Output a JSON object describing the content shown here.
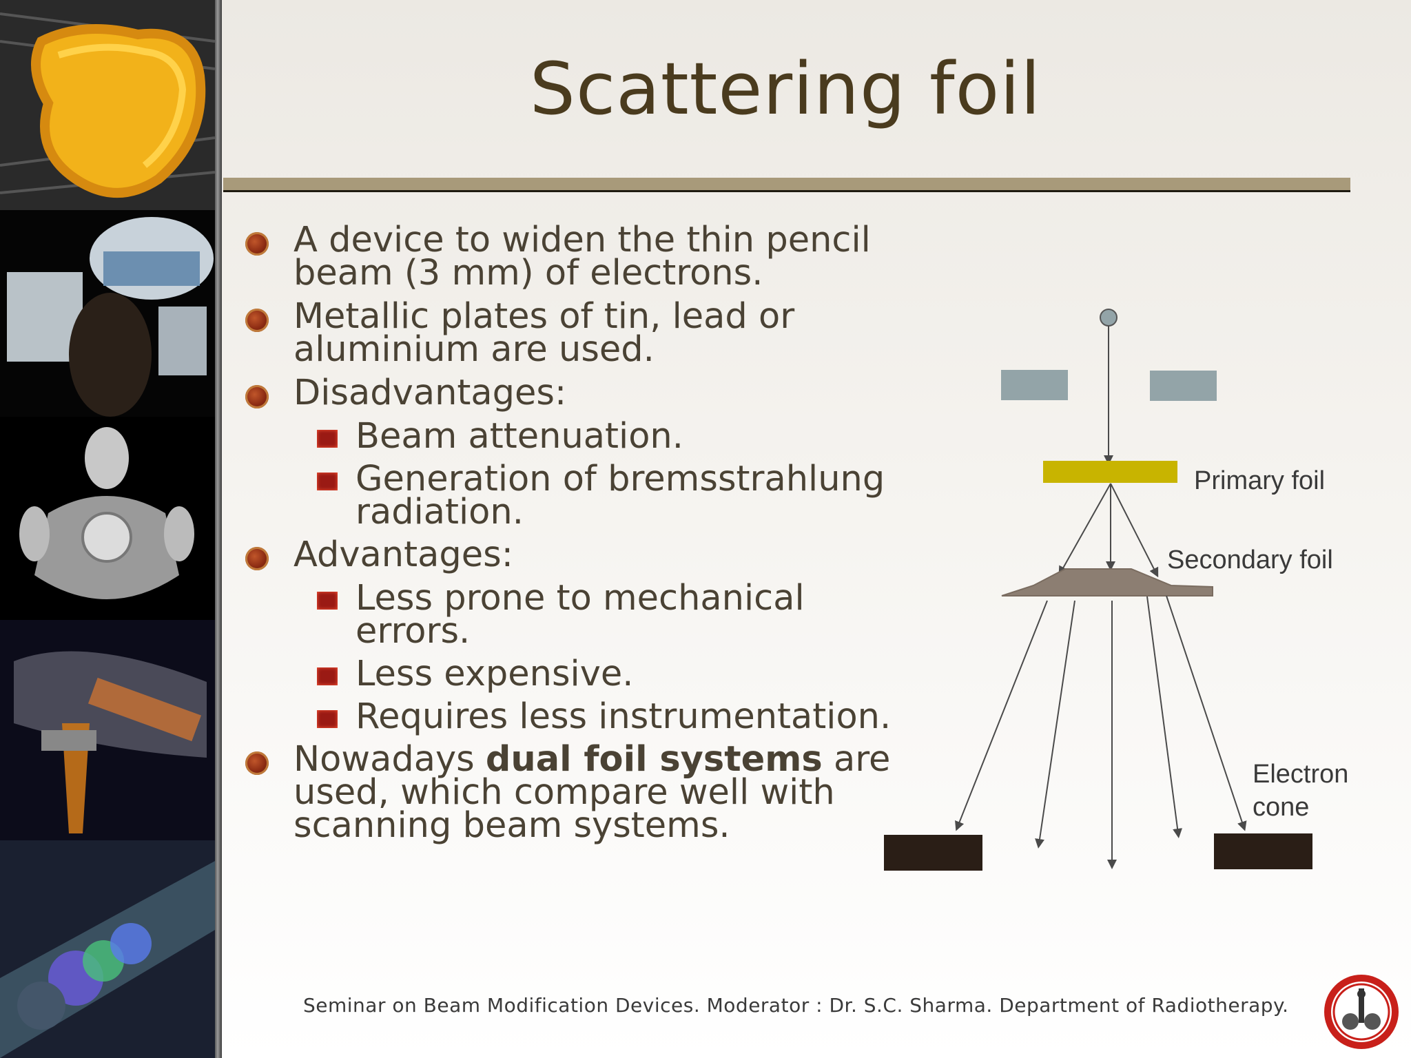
{
  "slide": {
    "title": "Scattering foil",
    "footer": "Seminar on Beam Modification Devices. Moderator : Dr. S.C. Sharma. Department of Radiotherapy."
  },
  "bullets": [
    {
      "text": "A device to widen the thin pencil beam (3 mm) of electrons."
    },
    {
      "text": "Metallic plates of tin, lead or aluminium are used."
    },
    {
      "text": "Disadvantages:",
      "sub": [
        "Beam attenuation.",
        "Generation of bremsstrahlung radiation."
      ]
    },
    {
      "text": "Advantages:",
      "sub": [
        "Less prone to mechanical errors.",
        "Less expensive.",
        "Requires less instrumentation."
      ]
    },
    {
      "text_pre": "Nowadays ",
      "text_bold": "dual foil systems",
      "text_post": " are used, which compare well with scanning beam systems."
    }
  ],
  "diagram": {
    "labels": {
      "primary_foil": "Primary foil",
      "secondary_foil": "Secondary foil",
      "electron_cone_line1": "Electron",
      "electron_cone_line2": "cone"
    },
    "colors": {
      "collimator": "#93a4a8",
      "primary_foil": "#c8b400",
      "secondary_foil": "#8c7e72",
      "cone": "#2a1e16",
      "lines": "#4a4a4a"
    }
  },
  "icons": {
    "bullet_level1": "round-bullet-icon",
    "bullet_level2": "square-bullet-icon",
    "seal": "institution-seal-icon"
  }
}
